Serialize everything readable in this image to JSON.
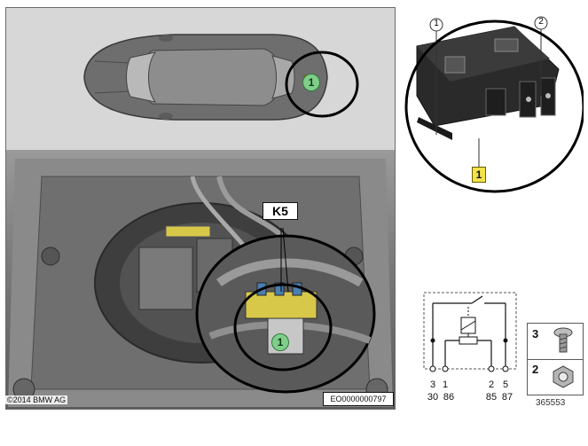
{
  "markers": {
    "callout_1_label": "1",
    "callout_2_label": "2",
    "relay_callout_1_label": "1",
    "car_badge_label": "1",
    "zoom_badge_label": "1"
  },
  "component_label": "K5",
  "copyright_text": "©2014 BMW AG",
  "image_code": "EO0000000797",
  "schematic": {
    "pins_top_row": [
      "3",
      "1",
      "2",
      "5"
    ],
    "pins_bottom_row": [
      "30",
      "86",
      "85",
      "87"
    ]
  },
  "hardware": {
    "items": [
      {
        "number": "3",
        "icon": "screw-icon"
      },
      {
        "number": "2",
        "icon": "nut-icon"
      }
    ],
    "reference": "365553"
  },
  "colors": {
    "badge_green": "#7fcf8a",
    "callout_yellow": "#f3e24a",
    "circle_black": "#000000"
  }
}
